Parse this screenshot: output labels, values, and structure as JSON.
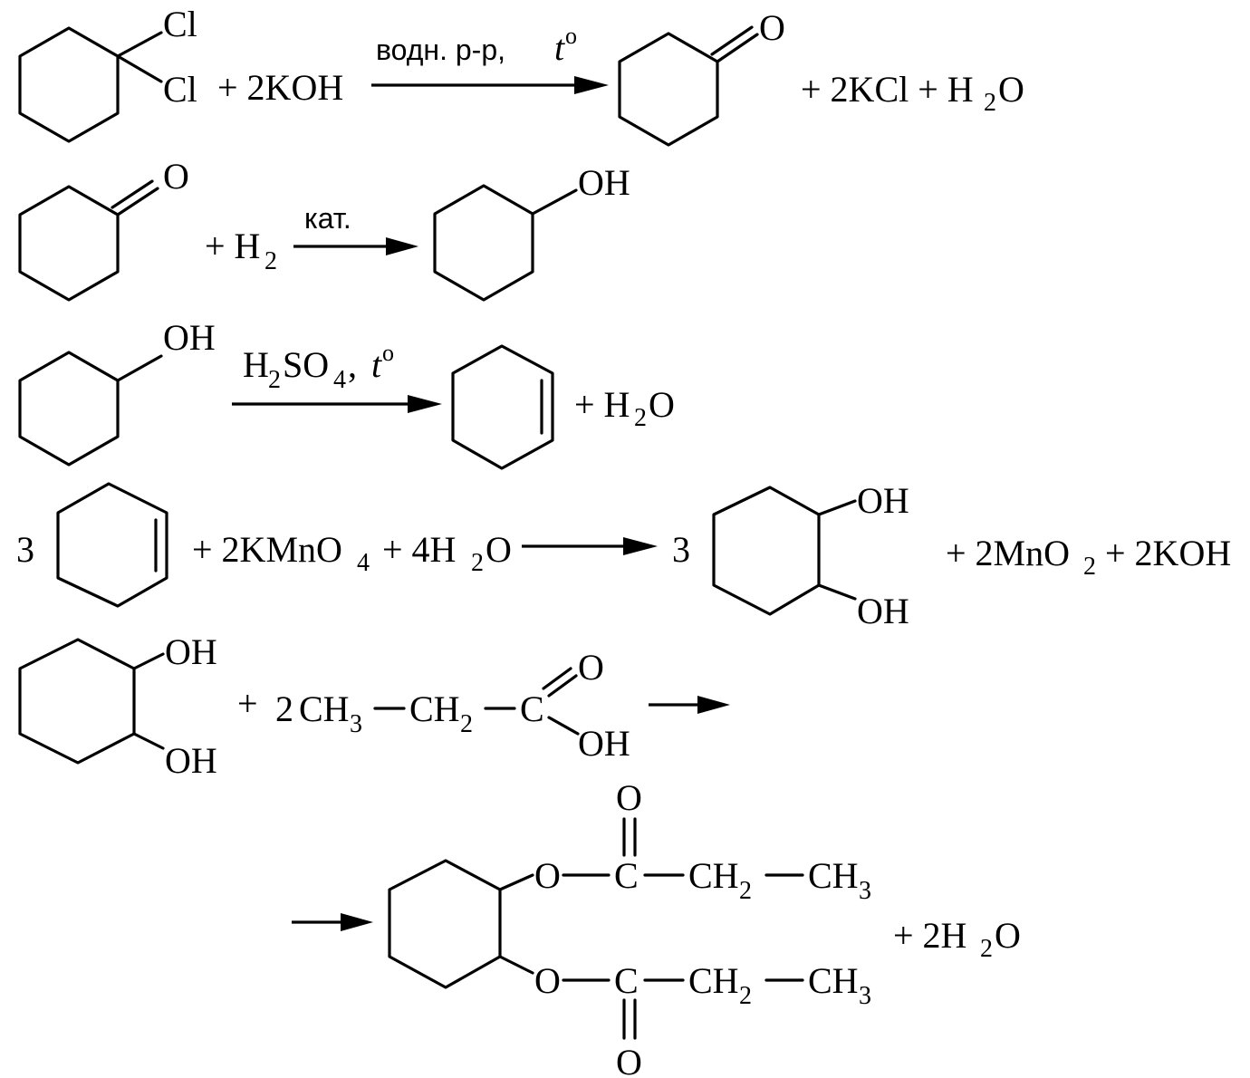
{
  "reactions": [
    {
      "substituents": [
        "Cl",
        "Cl"
      ],
      "reagent": "+ 2KOH",
      "condition": "водн. р-р,",
      "condition_t": "t",
      "condition_o": "o",
      "product_oxygen": "O",
      "byproducts": "+ 2KCl + H",
      "byproducts_sub": "2",
      "byproducts_end": "O"
    },
    {
      "ketone_oxygen": "O",
      "reagent": "+ H",
      "reagent_sub": "2",
      "condition": "кат.",
      "product_group": "OH"
    },
    {
      "substituent": "OH",
      "cond_h": "H",
      "cond_sub2": "2",
      "cond_so": "SO",
      "cond_sub4": "4",
      "cond_comma": ",",
      "cond_t": "t",
      "cond_o": "o",
      "byproduct": "+ H",
      "byproduct_sub": "2",
      "byproduct_end": "O"
    },
    {
      "coef_left": "3",
      "reagents": "+ 2KMnO",
      "reagents_sub4": "4",
      "reagents_mid": "+ 4H",
      "reagents_sub2": "2",
      "reagents_end": "O",
      "coef_right": "3",
      "oh_top": "OH",
      "oh_bottom": "OH",
      "byproducts": "+ 2MnO",
      "byproducts_sub": "2",
      "byproducts_end": "+ 2KOH"
    },
    {
      "oh_top": "OH",
      "oh_bottom": "OH",
      "plus": "+",
      "coef": "2",
      "ch3": "CH",
      "ch3_sub": "3",
      "ch2": "CH",
      "ch2_sub": "2",
      "carbon": "C",
      "carbonyl_o": "O",
      "hydroxyl": "OH"
    },
    {
      "o_ester": "O",
      "carbon": "C",
      "carbonyl_o": "O",
      "ch2": "CH",
      "ch2_sub": "2",
      "ch3": "CH",
      "ch3_sub": "3",
      "byproduct": "+ 2H",
      "byproduct_sub": "2",
      "byproduct_end": "O"
    }
  ]
}
